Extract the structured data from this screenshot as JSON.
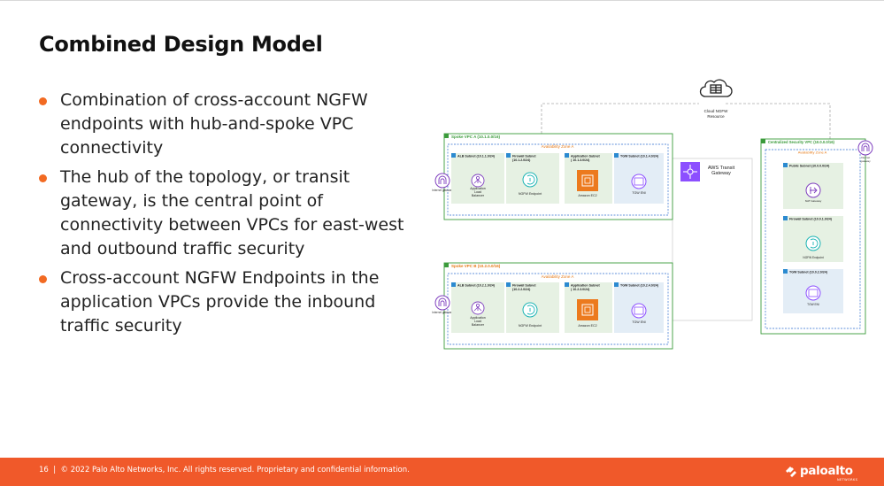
{
  "slide": {
    "title": "Combined Design Model",
    "bullets": [
      "Combination of cross-account NGFW endpoints with hub-and-spoke VPC connectivity",
      " The hub of the topology, or transit gateway, is the central point of connectivity between VPCs for east-west and outbound traffic security",
      "Cross-account NGFW Endpoints in the application VPCs provide the inbound traffic security"
    ],
    "page_number": "16",
    "separator": "|",
    "footer_text": "© 2022 Palo Alto Networks, Inc. All rights reserved. Proprietary and confidential information.",
    "logo_text": "paloalto",
    "logo_subtext": "NETWORKS"
  },
  "diagram": {
    "cloud_ngfw": {
      "line1": "Cloud NGFW",
      "line2": "Resource"
    },
    "transit_gateway": {
      "line1": "AWS Transit",
      "line2": "Gateway"
    },
    "spoke_a": {
      "title": "Spoke VPC A (10.1.0.0/16)",
      "az": "Availability Zone A",
      "igw": "Internet gateway",
      "subnets": [
        {
          "title": "ALB Subnet (10.1.1.0/24)",
          "item": [
            "Application",
            "Load",
            "Balancer"
          ]
        },
        {
          "title": [
            "Firewall Subnet",
            "(10.1.2.0/24)"
          ],
          "item": [
            "NGFW Endpoint"
          ]
        },
        {
          "title": [
            "Application Subnet",
            "( 10.1.3.0/24)"
          ],
          "item": [
            "Amazon EC2"
          ]
        },
        {
          "title": "TGW Subnet (10.1.4.0/24)",
          "item": [
            "TGW ENI"
          ]
        }
      ]
    },
    "spoke_b": {
      "title": "Spoke VPC B (10.2.0.0/16)",
      "az": "Availability Zone A",
      "igw": "Internet gateway",
      "subnets": [
        {
          "title": "ALB Subnet (10.2.1.0/24)",
          "item": [
            "Application",
            "Load",
            "Balancer"
          ]
        },
        {
          "title": [
            "Firewall Subnet",
            "(10.2.2.0/24)"
          ],
          "item": [
            "NGFW Endpoint"
          ]
        },
        {
          "title": [
            "Application Subnet",
            "( 10.2.3.0/24)"
          ],
          "item": [
            "Amazon EC2"
          ]
        },
        {
          "title": "TGW Subnet (10.2.4.0/24)",
          "item": [
            "TGW ENI"
          ]
        }
      ]
    },
    "security": {
      "title": "Centralized Security VPC (10.0.0.0/16)",
      "az": "Availability Zone A",
      "igw": [
        "Internet",
        "gateway"
      ],
      "subnets": [
        {
          "title": "Public Subnet (10.0.0.0/24)",
          "item": [
            "NAT Gateway"
          ]
        },
        {
          "title": "Firewall Subnet (10.0.1.0/24)",
          "item": [
            "NGFW Endpoint"
          ]
        },
        {
          "title": "TGW Subnet (10.0.2.0/24)",
          "item": [
            "TGW ENI"
          ]
        }
      ]
    },
    "colors": {
      "vpc_border": "#3b9b3b",
      "az_border": "#2f6fd0",
      "az_label": "#e67a17",
      "public_subnet_fill": "#e6f1e3",
      "private_subnet_fill": "#e3edf6",
      "subnet_tab": "#2b8ad0",
      "ec2": "#ec7a1e",
      "tgw": "#8c4fff",
      "endpoint": "#1cb4b4",
      "igw": "#7f3fbf",
      "accent": "#f0592a"
    }
  }
}
